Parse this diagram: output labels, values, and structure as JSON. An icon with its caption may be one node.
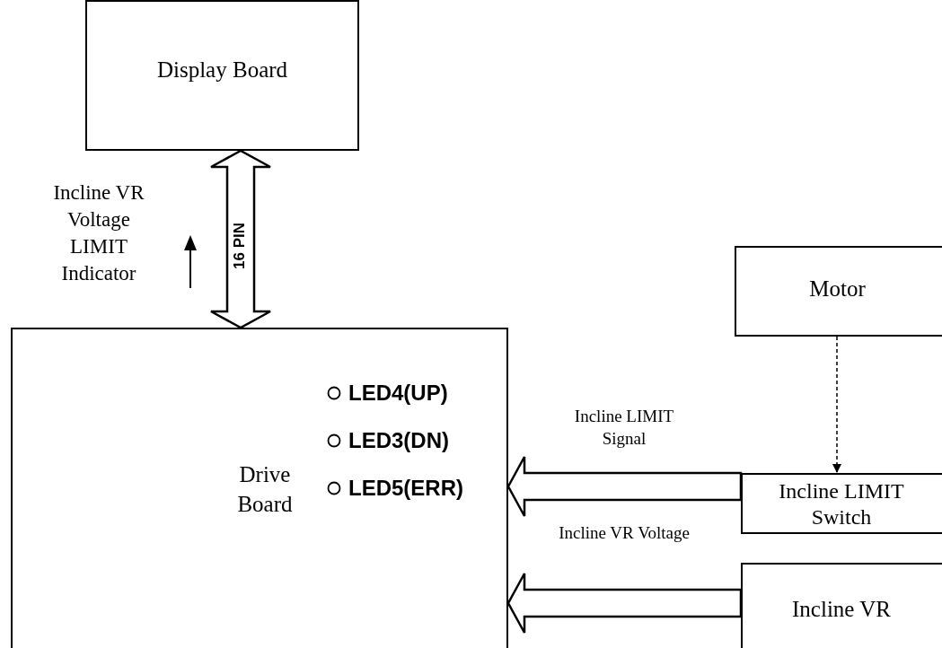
{
  "diagram": {
    "nodes": [
      {
        "text": [
          "Display Board"
        ]
      },
      {
        "text": [
          "Drive Board"
        ]
      },
      {
        "text": [
          "Motor"
        ]
      },
      {
        "text": [
          "Incline LIMIT Switch"
        ]
      },
      {
        "text": [
          "Incline VR"
        ]
      }
    ],
    "edges": [
      {
        "from": 0,
        "to": 1,
        "arrow": "both",
        "label": "16 PIN",
        "style": "thick"
      },
      {
        "from": 2,
        "to": 3,
        "arrow": "to",
        "style": "dashed"
      },
      {
        "from": 3,
        "to": 1,
        "arrow": "to",
        "label": "Incline LIMIT Signal",
        "style": "thick"
      },
      {
        "from": 4,
        "to": 1,
        "arrow": "to",
        "label": "Incline VR Voltage",
        "style": "thick"
      }
    ],
    "labels": [
      "Incline VR Voltage LIMIT Indicator",
      "LED4(UP)",
      "LED3(DN)",
      "LED5(ERR)"
    ]
  }
}
